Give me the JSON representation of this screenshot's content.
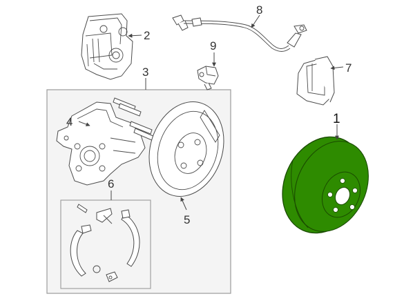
{
  "diagram": {
    "callouts": {
      "c1": "1",
      "c2": "2",
      "c3": "3",
      "c4": "4",
      "c5": "5",
      "c6": "6",
      "c7": "7",
      "c8": "8",
      "c9": "9"
    },
    "colors": {
      "highlight_fill": "#2e8b00",
      "highlight_stroke": "#1a4a00",
      "box_fill": "#f4f4f4",
      "box_stroke": "#9a9a9a",
      "line": "#4a4a4a"
    },
    "highlighted_part": "1"
  }
}
